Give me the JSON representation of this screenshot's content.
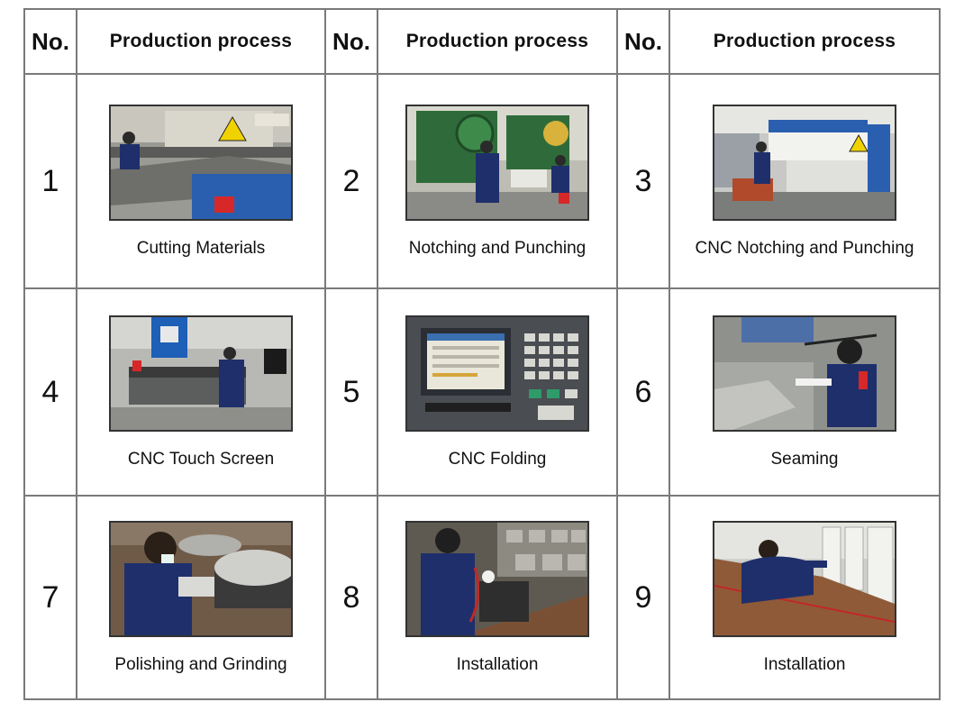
{
  "header": {
    "no_label": "No.",
    "process_label": "Production process"
  },
  "steps": [
    {
      "no": "1",
      "caption": "Cutting Materials",
      "image": "cutting-machine-photo"
    },
    {
      "no": "2",
      "caption": "Notching and Punching",
      "image": "punch-press-photo"
    },
    {
      "no": "3",
      "caption": "CNC Notching and Punching",
      "image": "cnc-turret-punch-photo"
    },
    {
      "no": "4",
      "caption": "CNC Touch Screen",
      "image": "press-brake-photo"
    },
    {
      "no": "5",
      "caption": "CNC Folding",
      "image": "cnc-control-panel-photo"
    },
    {
      "no": "6",
      "caption": "Seaming",
      "image": "welding-worker-photo"
    },
    {
      "no": "7",
      "caption": "Polishing and Grinding",
      "image": "grinding-worker-photo"
    },
    {
      "no": "8",
      "caption": "Installation",
      "image": "assembly-worker-photo"
    },
    {
      "no": "9",
      "caption": "Installation",
      "image": "assembly-line-photo"
    }
  ],
  "colors": {
    "border": "#7a7a7a",
    "worker_jacket": "#1f2f6b",
    "machine_green": "#2f6b3a",
    "machine_blue": "#2a5fb0",
    "floor_gray": "#8a8a86"
  }
}
